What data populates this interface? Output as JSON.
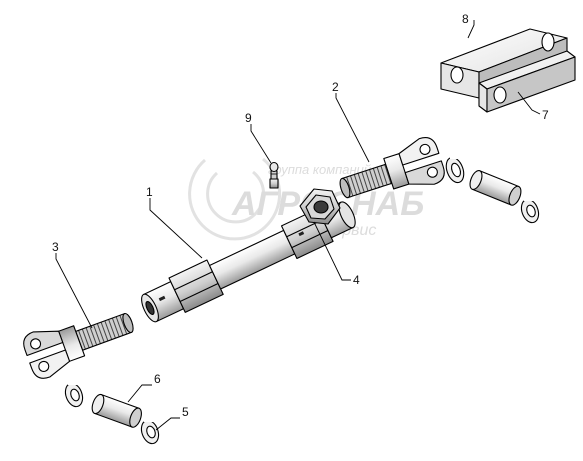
{
  "watermark": {
    "line1": "группа компаний",
    "line2": "АГРОСНАБ",
    "line3": "техсервис"
  },
  "callouts": [
    {
      "id": "1",
      "label": "1"
    },
    {
      "id": "2",
      "label": "2"
    },
    {
      "id": "3",
      "label": "3"
    },
    {
      "id": "4",
      "label": "4"
    },
    {
      "id": "5",
      "label": "5"
    },
    {
      "id": "6",
      "label": "6"
    },
    {
      "id": "7",
      "label": "7"
    },
    {
      "id": "8",
      "label": "8"
    },
    {
      "id": "9",
      "label": "9"
    }
  ],
  "parts": [
    {
      "label": "1",
      "name": "tube"
    },
    {
      "label": "2",
      "name": "threaded-fork-end"
    },
    {
      "label": "3",
      "name": "threaded-fork-end"
    },
    {
      "label": "4",
      "name": "nut"
    },
    {
      "label": "5",
      "name": "retaining-ring"
    },
    {
      "label": "6",
      "name": "pin"
    },
    {
      "label": "7",
      "name": "plate"
    },
    {
      "label": "8",
      "name": "plate"
    },
    {
      "label": "9",
      "name": "grease-nipple"
    }
  ]
}
